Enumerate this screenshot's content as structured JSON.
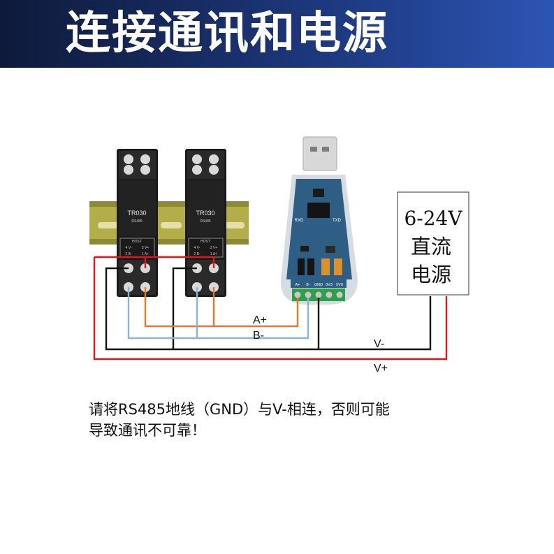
{
  "banner": {
    "title": "连接通讯和电源"
  },
  "modules": [
    {
      "model": "TR030",
      "protocol": "RS485",
      "host_label": "HOST",
      "terminal_top": [
        "4 V-",
        "3 V+"
      ],
      "terminal_bottom": [
        "2 B-",
        "1 A+"
      ]
    },
    {
      "model": "TR030",
      "protocol": "RS485",
      "host_label": "HOST",
      "terminal_top": [
        "4 V-",
        "3 V+"
      ],
      "terminal_bottom": [
        "2 B-",
        "1 A+"
      ]
    }
  ],
  "converter": {
    "led_rx": "RXD",
    "led_tx": "TXD",
    "pins": [
      "A+",
      "B-",
      "GND",
      "3V3",
      "5V0"
    ]
  },
  "power_supply": {
    "line1": "6-24V",
    "line2": "直流",
    "line3": "电源"
  },
  "wires": {
    "a_plus": "A+",
    "b_minus": "B-",
    "v_minus": "V-",
    "v_plus": "V+"
  },
  "colors": {
    "banner": "#1f3c86",
    "v_plus": "#e0161b",
    "v_minus": "#111111",
    "a_plus": "#e07a2c",
    "b_minus": "#8ab4d8",
    "rail": "#b8b14a"
  },
  "note": {
    "line1": "请将RS485地线（GND）与V-相连，否则可能",
    "line2": "导致通讯不可靠！"
  }
}
